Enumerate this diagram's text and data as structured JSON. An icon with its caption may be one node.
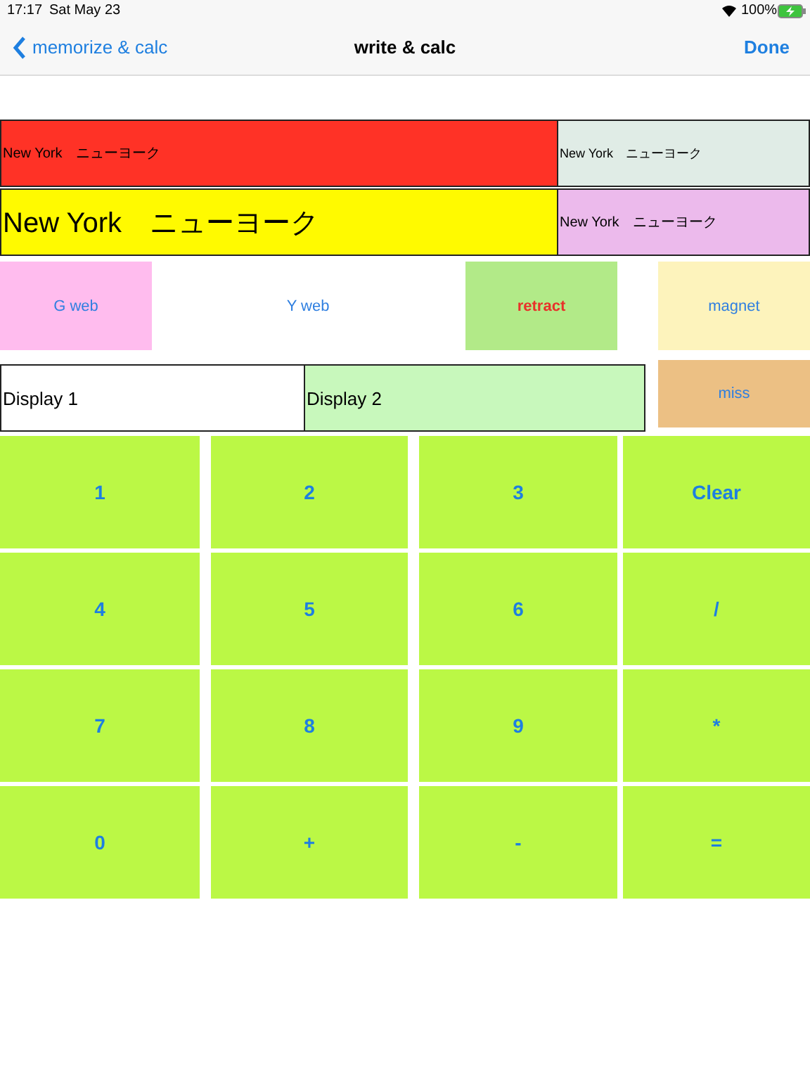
{
  "diagram": {
    "title": "write & calc",
    "nodes": [
      {
        "text": [
          "New York　ニューヨーク"
        ]
      },
      {
        "text": [
          "New York　ニューヨーク"
        ]
      },
      {
        "text": [
          "New York　ニューヨーク"
        ]
      },
      {
        "text": [
          "New York　ニューヨーク"
        ]
      },
      {
        "text": [
          "G web"
        ]
      },
      {
        "text": [
          "Y web"
        ]
      },
      {
        "text": [
          "retract"
        ]
      },
      {
        "text": [
          "magnet"
        ]
      },
      {
        "text": [
          "Display 1"
        ]
      },
      {
        "text": [
          "Display 2"
        ]
      },
      {
        "text": [
          "miss"
        ]
      },
      {
        "text": [
          "1"
        ]
      },
      {
        "text": [
          "2"
        ]
      },
      {
        "text": [
          "3"
        ]
      },
      {
        "text": [
          "Clear"
        ]
      },
      {
        "text": [
          "4"
        ]
      },
      {
        "text": [
          "5"
        ]
      },
      {
        "text": [
          "6"
        ]
      },
      {
        "text": [
          "/"
        ]
      },
      {
        "text": [
          "7"
        ]
      },
      {
        "text": [
          "8"
        ]
      },
      {
        "text": [
          "9"
        ]
      },
      {
        "text": [
          "*"
        ]
      },
      {
        "text": [
          "0"
        ]
      },
      {
        "text": [
          "+"
        ]
      },
      {
        "text": [
          "-"
        ]
      },
      {
        "text": [
          "="
        ]
      }
    ],
    "labels": [
      "17:17",
      "Sat May 23",
      "100%",
      "memorize & calc",
      "Done"
    ]
  }
}
